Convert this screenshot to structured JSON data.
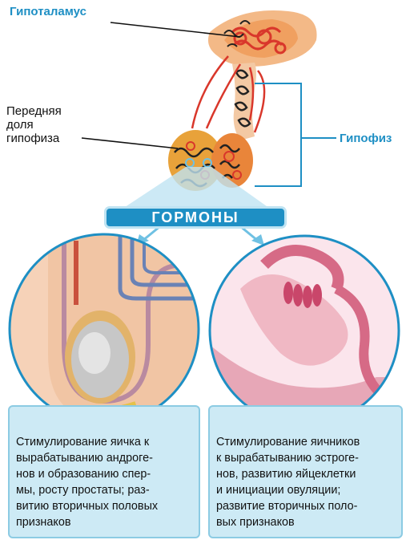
{
  "labels": {
    "hypothalamus": "Гипоталамус",
    "anterior_lobe": [
      "Передняя",
      "доля",
      "гипофиза"
    ],
    "pituitary": "Гипофиз",
    "hormones": "ГОРМОНЫ"
  },
  "left_box": {
    "lines": [
      "Стимулирование яичка к",
      "вырабатыванию андроге-",
      "нов и образованию спер-",
      "мы, росту простаты; раз-",
      "витию вторичных половых",
      "признаков"
    ]
  },
  "right_box": {
    "lines": [
      "Стимулирование яичников",
      "к вырабатыванию эстроге-",
      "нов, развитию яйцеклетки",
      "и инициации овуляции;",
      "развитие вторичных поло-",
      "вых признаков"
    ]
  },
  "colors": {
    "accent_blue": "#1e8fc4",
    "box_fill": "#cdeaf5",
    "tissue_red": "#d9372b"
  }
}
